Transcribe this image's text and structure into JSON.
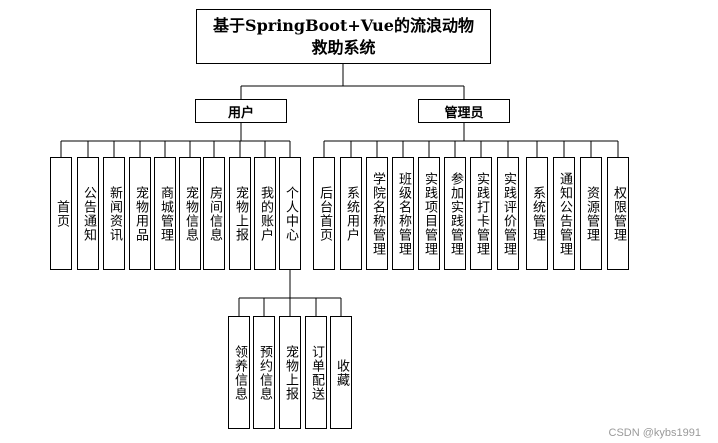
{
  "title": {
    "line1": "基于SpringBoot+Vue的流浪动物",
    "line2": "救助系统"
  },
  "roles": {
    "user": {
      "label": "用户",
      "items": [
        "首页",
        "公告通知",
        "新闻资讯",
        "宠物用品",
        "商城管理",
        "宠物信息",
        "房间信息",
        "宠物上报",
        "我的账户",
        "个人中心"
      ],
      "personal_center_items": [
        "领养信息",
        "预约信息",
        "宠物上报",
        "订单配送",
        "收藏"
      ]
    },
    "admin": {
      "label": "管理员",
      "items": [
        "后台首页",
        "系统用户",
        "学院名称管理",
        "班级名称管理",
        "实践项目管理",
        "参加实践管理",
        "实践打卡管理",
        "实践评价管理",
        "系统管理",
        "通知公告管理",
        "资源管理",
        "权限管理"
      ]
    }
  },
  "watermark": "CSDN @kybs1991"
}
